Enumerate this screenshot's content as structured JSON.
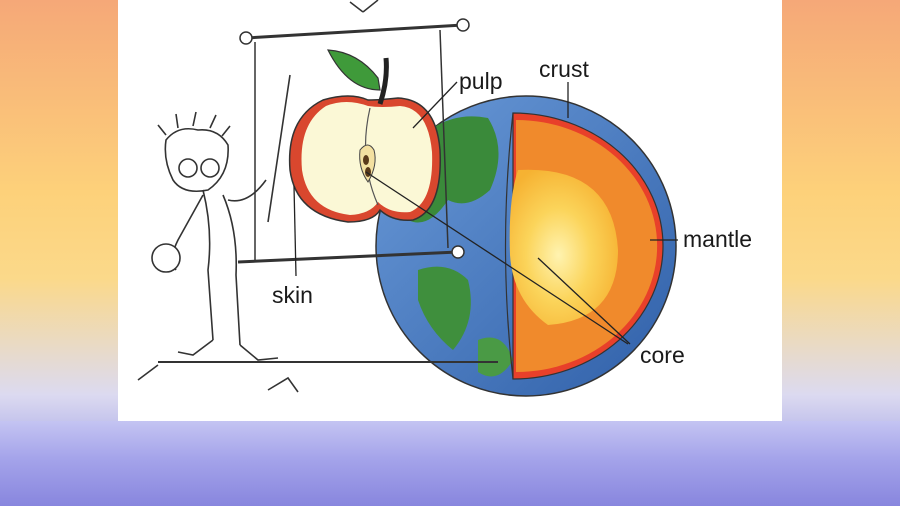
{
  "diagram": {
    "labels": {
      "pulp": "pulp",
      "crust": "crust",
      "mantle": "mantle",
      "skin": "skin",
      "core": "core"
    }
  },
  "colors": {
    "crust": "#e8402a",
    "mantle": "#f08a2c",
    "outer_core": "#f7b531",
    "inner_core": "#fde58a",
    "ocean": "#3f73bd",
    "land": "#3a8a3a",
    "apple_skin": "#d9472e",
    "apple_flesh": "#fbf8d6",
    "leaf": "#3f9a3a"
  }
}
